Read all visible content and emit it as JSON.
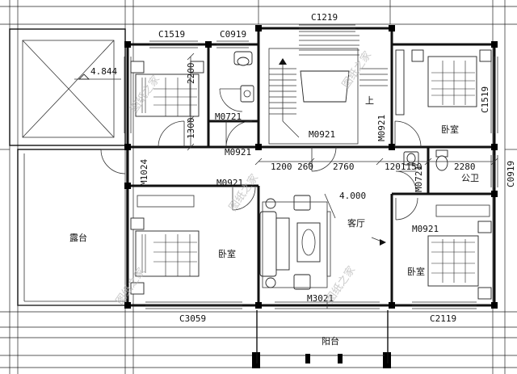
{
  "labels": {
    "c1519_top": "C1519",
    "c0919_top": "C0919",
    "c1219_top": "C1219",
    "height_4844": "4.844",
    "dim_2200": "2200",
    "dim_1300": "1300",
    "m0721_a": "M0721",
    "m0921_a": "M0921",
    "m0921_stair": "M0921",
    "m0921_right": "M0921",
    "c1519_right": "C1519",
    "up": "上",
    "bedroom_tr": "卧室",
    "m1024": "M1024",
    "dims_mid": "1200 260",
    "dim_2760": "2760",
    "dims_mid2": "1201150",
    "dim_2280": "2280",
    "c0919_right": "C0919",
    "bath_right": "公卫",
    "m0921_living": "M0921",
    "height_4000": "4.000",
    "m0721_b": "M0721",
    "living": "客厅",
    "terrace": "露台",
    "m0921_br": "M0921",
    "bedroom_left": "卧室",
    "bedroom_br": "卧室",
    "m3021": "M3021",
    "c3059": "C3059",
    "c2119": "C2119",
    "balcony": "阳台"
  },
  "watermark": "图纸之家"
}
